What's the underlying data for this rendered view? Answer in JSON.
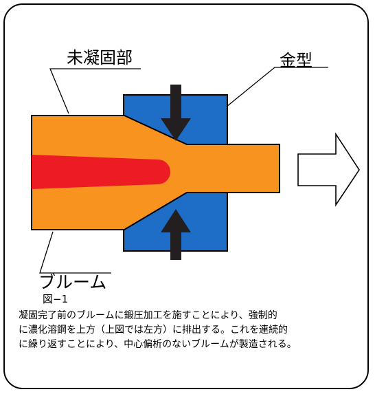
{
  "labels": {
    "unsolidified_part": "未凝固部",
    "die": "金型",
    "bloom": "ブルーム"
  },
  "figure_label": "図−1",
  "caption": {
    "line1": "凝固完了前のブルームに鍛圧加工を施すことにより、強制的",
    "line2": "に濃化溶鋼を上方（上図では左方）に排出する。これを連続的",
    "line3": "に繰り返すことにより、中心偏析のないブルームが製造される。"
  },
  "colors": {
    "bloom": "#f7931e",
    "core": "#ed1c24",
    "die": "#1e6ec8",
    "arrow": "#231f20",
    "outline": "#000000"
  }
}
